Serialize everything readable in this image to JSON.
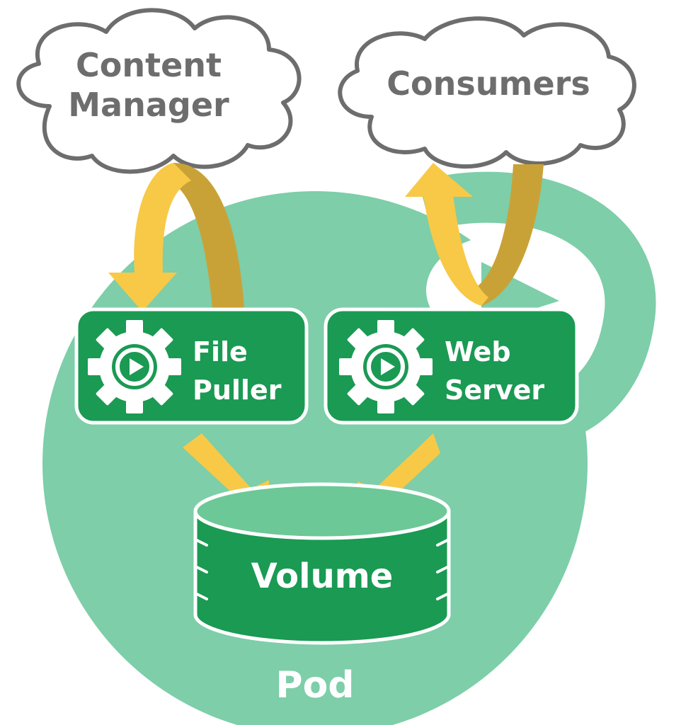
{
  "diagram": {
    "pod_label": "Pod",
    "volume_label": "Volume",
    "content_manager": {
      "line1": "Content",
      "line2": "Manager"
    },
    "consumers": {
      "line1": "Consumers"
    },
    "file_puller": {
      "line1": "File",
      "line2": "Puller"
    },
    "web_server": {
      "line1": "Web",
      "line2": "Server"
    }
  },
  "colors": {
    "pod_fill": "#7dcea9",
    "container_fill": "#1a9a53",
    "container_border": "#ffffff",
    "arrow_light": "#f7c947",
    "arrow_dark": "#c9a237",
    "cloud_stroke": "#6d6d6d",
    "cloud_text": "#6d6d6d",
    "volume_top": "#6cc896"
  },
  "icons": {
    "container_icon": "gear-play-icon",
    "cloud_shape": "cloud-icon"
  }
}
